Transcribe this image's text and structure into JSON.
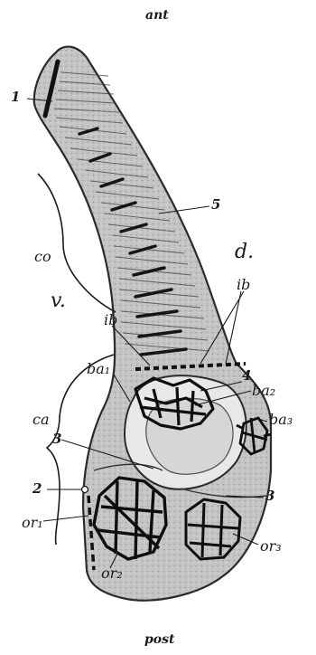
{
  "orientation": {
    "top": "ant",
    "bottom": "post"
  },
  "labels": {
    "l1": "1",
    "l5": "5",
    "co": "co",
    "d": "d.",
    "v": "v.",
    "ib_right": "ib",
    "ib_left": "ib",
    "l4": "4",
    "ba1": "ba₁",
    "ba2": "ba₂",
    "ca": "ca",
    "ba3": "ba₃",
    "l3_left": "3",
    "l3_right": "3",
    "l2": "2",
    "or1": "or₁",
    "or2": "or₂",
    "or3": "or₃"
  },
  "colors": {
    "tissue": "#c9c9c9",
    "outline": "#2b2b2b",
    "ink": "#141414"
  }
}
